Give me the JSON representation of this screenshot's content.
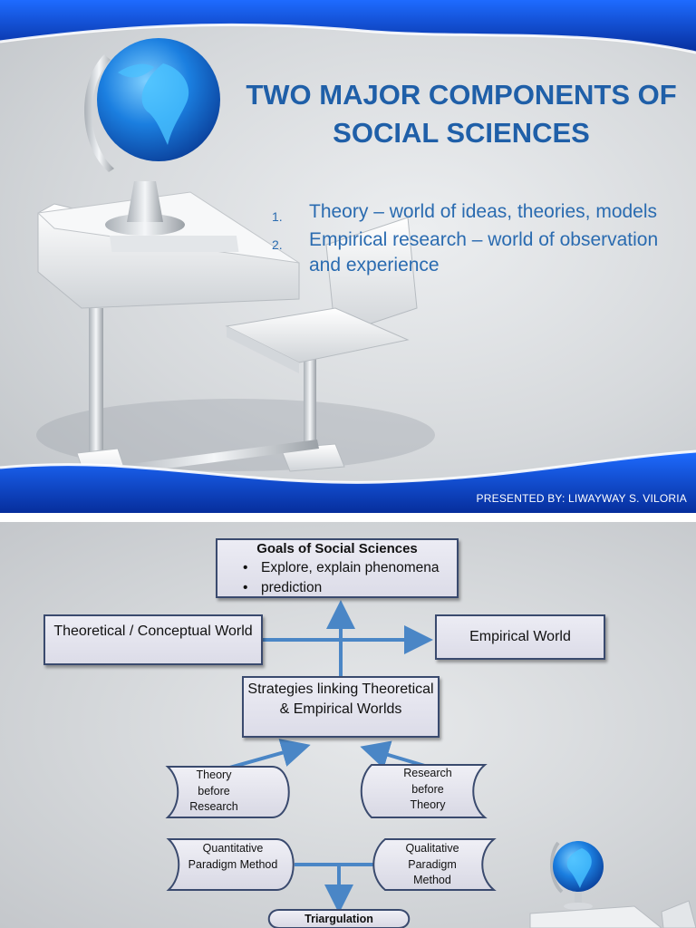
{
  "slide1": {
    "title_line1": "TWO MAJOR COMPONENTS OF",
    "title_line2": "SOCIAL SCIENCES",
    "bullets": [
      {
        "num": "1.",
        "text": "Theory – world of ideas, theories, models"
      },
      {
        "num": "2.",
        "text": "Empirical research – world of observation and experience"
      }
    ],
    "presented_by": "PRESENTED BY: LIWAYWAY S. VILORIA",
    "colors": {
      "title": "#1f5fa8",
      "wave": "#0a3fb8"
    }
  },
  "slide2": {
    "goals_title": "Goals of Social Sciences",
    "goals_items": [
      "Explore, explain phenomena",
      "prediction"
    ],
    "theoretical_world": "Theoretical / Conceptual World",
    "empirical_world": "Empirical World",
    "strategies": "Strategies linking Theoretical & Empirical Worlds",
    "theory_before_research": "Theory before Research",
    "research_before_theory": "Research before Theory",
    "quantitative": "Quantitative Paradigm Method",
    "qualitative": "Qualitative Paradigm Method",
    "triangulation": "Triargulation",
    "colors": {
      "arrow": "#4a86c6",
      "box_border": "#3a4a6e"
    }
  }
}
